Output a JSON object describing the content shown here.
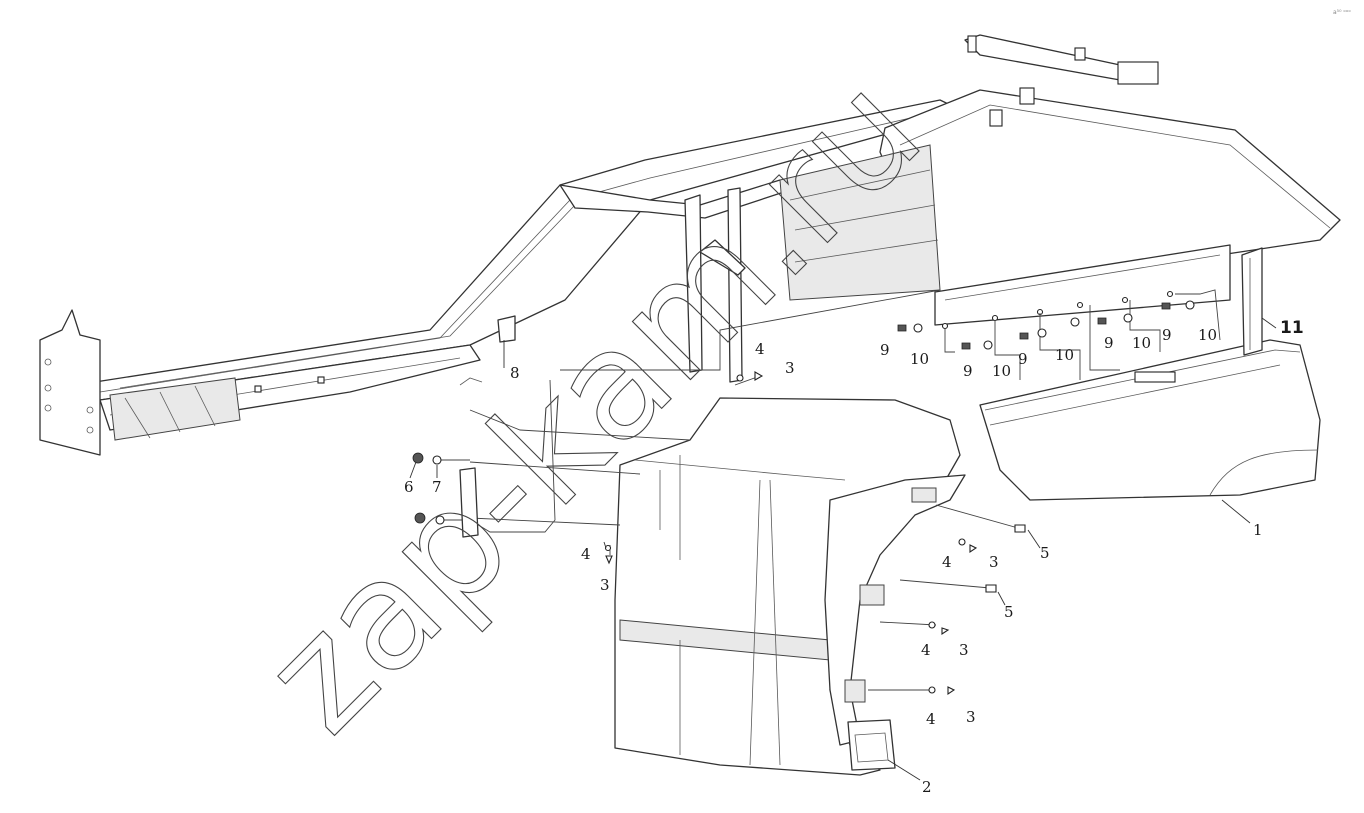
{
  "diagram": {
    "callouts": {
      "c1": "1",
      "c2": "2",
      "c3a": "3",
      "c3b": "3",
      "c3c": "3",
      "c3d": "3",
      "c3e": "3",
      "c4a": "4",
      "c4b": "4",
      "c4c": "4",
      "c4d": "4",
      "c4e": "4",
      "c5a": "5",
      "c5b": "5",
      "c6": "6",
      "c7": "7",
      "c8": "8",
      "c9a": "9",
      "c9b": "9",
      "c9c": "9",
      "c9d": "9",
      "c9e": "9",
      "c10a": "10",
      "c10b": "10",
      "c10c": "10",
      "c10d": "10",
      "c10e": "10",
      "c11": "11"
    },
    "watermark": "zap-kam.ru",
    "corner_logo": "a⁵⁰ ᵒᵒᵒ"
  }
}
